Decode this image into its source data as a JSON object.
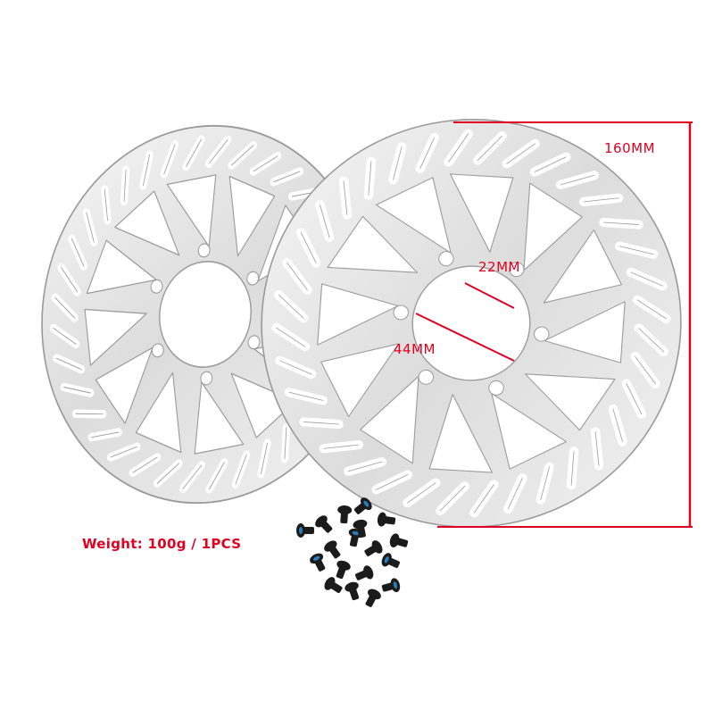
{
  "annotations": {
    "diameter_label": "160MM",
    "inner_label": "22MM",
    "bolt_label": "44MM",
    "weight_label": "Weight: 100g / 1PCS"
  },
  "colors": {
    "accent": "#e0001f",
    "rotor": "#e9e9e9",
    "rotor_edge": "#9a9a9a",
    "bolts": "#1b1b1b",
    "bolt_accent": "#2b8fd8"
  }
}
